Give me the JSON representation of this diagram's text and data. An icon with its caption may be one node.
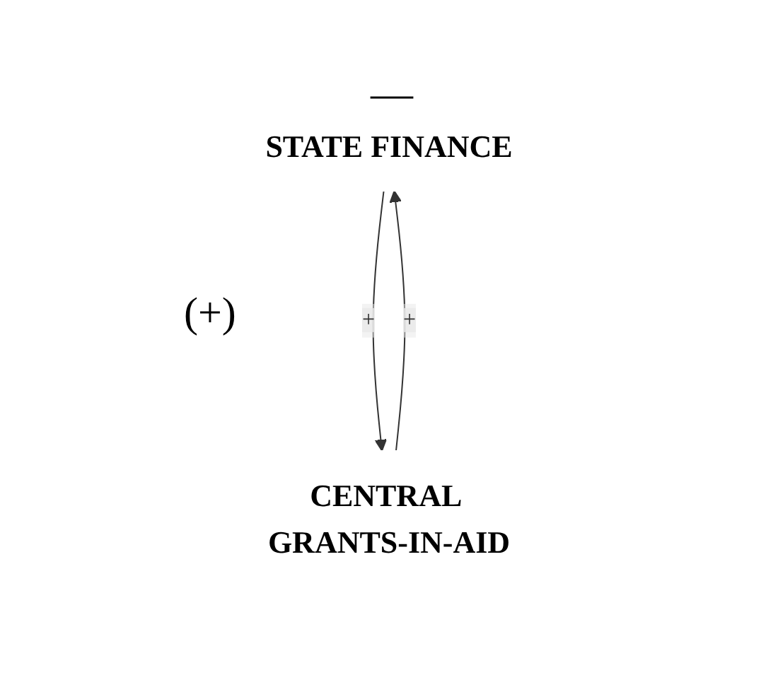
{
  "diagram": {
    "nodes": [
      {
        "text": [
          "STATE FINANCE"
        ]
      },
      {
        "text": [
          "CENTRAL GRANTS-IN-AID"
        ]
      }
    ],
    "edges": [
      {
        "from": 0,
        "to": 1,
        "arrow": "to",
        "label": "+"
      },
      {
        "from": 1,
        "to": 0,
        "arrow": "to",
        "label": "+"
      }
    ],
    "labels": [
      "—",
      "(+)"
    ]
  }
}
